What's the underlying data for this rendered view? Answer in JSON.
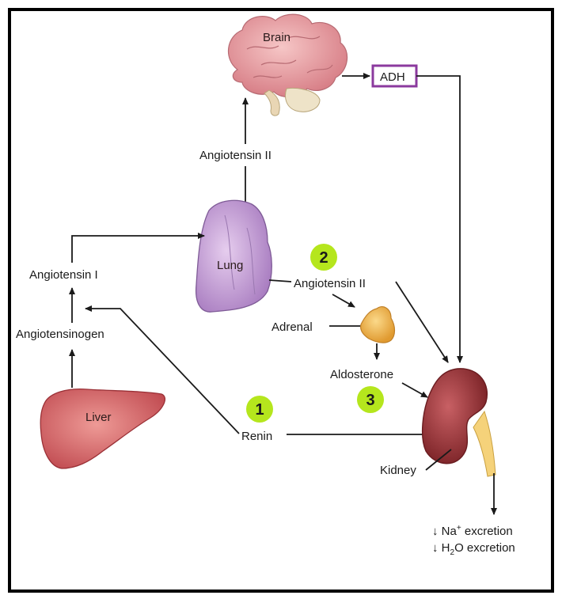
{
  "organs": {
    "brain": "Brain",
    "lung": "Lung",
    "liver": "Liver",
    "kidney": "Kidney",
    "adrenal": "Adrenal"
  },
  "hormones": {
    "adh": "ADH",
    "angiotensin_ii_top": "Angiotensin II",
    "angiotensin_ii_mid": "Angiotensin II",
    "angiotensin_i": "Angiotensin I",
    "angiotensinogen": "Angiotensinogen",
    "aldosterone": "Aldosterone",
    "renin": "Renin"
  },
  "outputs": {
    "na_prefix": "↓ Na",
    "na_sup": "+",
    "na_suffix": " excretion",
    "h2o_prefix": "↓ H",
    "h2o_sub": "2",
    "h2o_suffix": "O excretion"
  },
  "badges": {
    "one": "1",
    "two": "2",
    "three": "3"
  },
  "colors": {
    "badge": "#b5e61d",
    "adh_border": "#8b3a9e",
    "brain": "#e8a0a4",
    "lung": "#c9a6d9",
    "liver": "#d9646a",
    "kidney": "#a83b3e",
    "adrenal": "#f2b24a",
    "ureter": "#f5d27a"
  }
}
